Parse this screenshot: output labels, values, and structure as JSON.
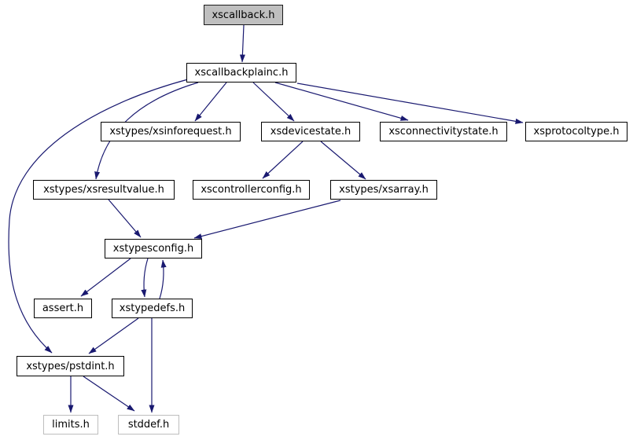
{
  "diagram": {
    "kind": "include-dependency-graph",
    "root_file": "xscallback.h",
    "colors": {
      "edge": "#191970",
      "root_fill": "#bfbfbf",
      "node_fill": "#ffffff",
      "node_border": "#000000",
      "system_node_border": "#bebebe",
      "text": "#000000",
      "background": "#ffffff"
    },
    "nodes": [
      {
        "id": "xscallback",
        "label": "xscallback.h",
        "style": "root"
      },
      {
        "id": "xscallbackplainc",
        "label": "xscallbackplainc.h",
        "style": "normal"
      },
      {
        "id": "xsinforequest",
        "label": "xstypes/xsinforequest.h",
        "style": "normal"
      },
      {
        "id": "xsdevicestate",
        "label": "xsdevicestate.h",
        "style": "normal"
      },
      {
        "id": "xsconnectivitystate",
        "label": "xsconnectivitystate.h",
        "style": "normal"
      },
      {
        "id": "xsprotocoltype",
        "label": "xsprotocoltype.h",
        "style": "normal"
      },
      {
        "id": "xsresultvalue",
        "label": "xstypes/xsresultvalue.h",
        "style": "normal"
      },
      {
        "id": "xscontrollerconfig",
        "label": "xscontrollerconfig.h",
        "style": "normal"
      },
      {
        "id": "xsarray",
        "label": "xstypes/xsarray.h",
        "style": "normal"
      },
      {
        "id": "xstypesconfig",
        "label": "xstypesconfig.h",
        "style": "normal"
      },
      {
        "id": "assert",
        "label": "assert.h",
        "style": "normal"
      },
      {
        "id": "xstypedefs",
        "label": "xstypedefs.h",
        "style": "normal"
      },
      {
        "id": "pstdint",
        "label": "xstypes/pstdint.h",
        "style": "normal"
      },
      {
        "id": "limits",
        "label": "limits.h",
        "style": "system"
      },
      {
        "id": "stddef",
        "label": "stddef.h",
        "style": "system"
      }
    ],
    "edges": [
      {
        "from": "xscallback.h",
        "to": "xscallbackplainc.h"
      },
      {
        "from": "xscallbackplainc.h",
        "to": "xstypes/xsinforequest.h"
      },
      {
        "from": "xscallbackplainc.h",
        "to": "xsdevicestate.h"
      },
      {
        "from": "xscallbackplainc.h",
        "to": "xsconnectivitystate.h"
      },
      {
        "from": "xscallbackplainc.h",
        "to": "xsprotocoltype.h"
      },
      {
        "from": "xscallbackplainc.h",
        "to": "xstypes/xsresultvalue.h"
      },
      {
        "from": "xscallbackplainc.h",
        "to": "xstypes/pstdint.h"
      },
      {
        "from": "xsdevicestate.h",
        "to": "xscontrollerconfig.h"
      },
      {
        "from": "xsdevicestate.h",
        "to": "xstypes/xsarray.h"
      },
      {
        "from": "xstypes/xsresultvalue.h",
        "to": "xstypesconfig.h"
      },
      {
        "from": "xstypes/xsarray.h",
        "to": "xstypesconfig.h"
      },
      {
        "from": "xstypesconfig.h",
        "to": "assert.h"
      },
      {
        "from": "xstypesconfig.h",
        "to": "xstypedefs.h"
      },
      {
        "from": "xstypedefs.h",
        "to": "xstypesconfig.h"
      },
      {
        "from": "xstypedefs.h",
        "to": "xstypes/pstdint.h"
      },
      {
        "from": "xstypedefs.h",
        "to": "stddef.h"
      },
      {
        "from": "xstypes/pstdint.h",
        "to": "limits.h"
      },
      {
        "from": "xstypes/pstdint.h",
        "to": "stddef.h"
      }
    ]
  }
}
